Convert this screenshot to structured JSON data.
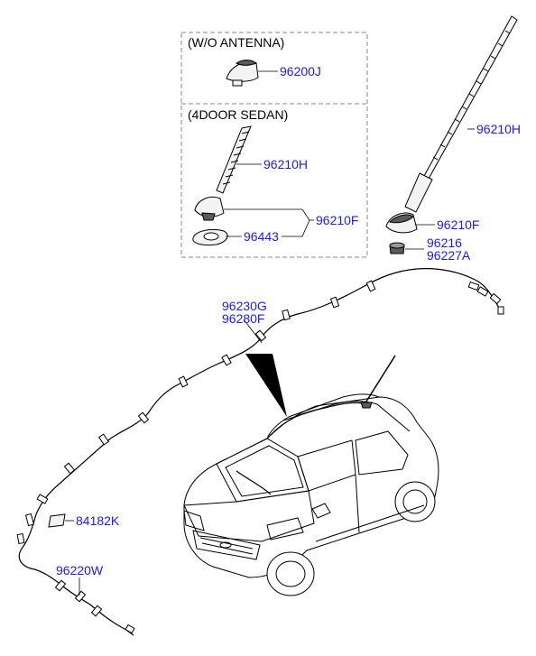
{
  "boxes": {
    "without_antenna": "(W/O ANTENNA)",
    "four_door_sedan": "(4DOOR SEDAN)"
  },
  "parts": {
    "p96200J": "96200J",
    "p96210H_sedan": "96210H",
    "p96210F_sedan": "96210F",
    "p96443": "96443",
    "p96210H": "96210H",
    "p96210F": "96210F",
    "p96216": "96216",
    "p96227A": "96227A",
    "p96230G": "96230G",
    "p96280F": "96280F",
    "p84182K": "84182K",
    "p96220W": "96220W"
  },
  "colors": {
    "part_number": "#1a1aff",
    "line": "#000000",
    "dashed_box": "#888888"
  }
}
